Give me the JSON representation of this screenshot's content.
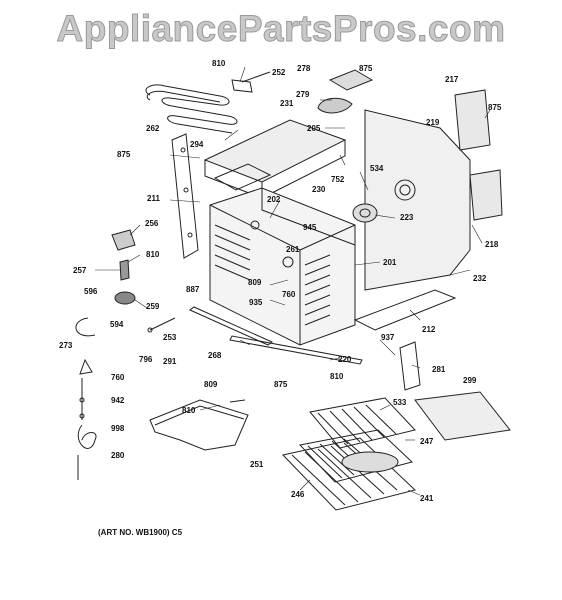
{
  "watermark": "AppliancePartsPros.com",
  "art_number": "(ART NO. WB1900) C5",
  "parts": {
    "p810a": "810",
    "p252": "252",
    "p278": "278",
    "p875a": "875",
    "p217": "217",
    "p875b": "875",
    "p279": "279",
    "p231": "231",
    "p205": "205",
    "p219": "219",
    "p262": "262",
    "p294": "294",
    "p875c": "875",
    "p752": "752",
    "p230": "230",
    "p534": "534",
    "p211": "211",
    "p202": "202",
    "p223": "223",
    "p218": "218",
    "p256": "256",
    "p945": "945",
    "p261": "261",
    "p810b": "810",
    "p201": "201",
    "p257": "257",
    "p809a": "809",
    "p760a": "760",
    "p887": "887",
    "p232": "232",
    "p596": "596",
    "p259": "259",
    "p935": "935",
    "p594": "594",
    "p253": "253",
    "p212": "212",
    "p273": "273",
    "p796": "796",
    "p291": "291",
    "p268": "268",
    "p937": "937",
    "p220": "220",
    "p760b": "760",
    "p809b": "809",
    "p281": "281",
    "p810c": "810",
    "p875d": "875",
    "p299": "299",
    "p942": "942",
    "p533": "533",
    "p810d": "810",
    "p998": "998",
    "p247": "247",
    "p280": "280",
    "p251": "251",
    "p246": "246",
    "p241": "241"
  }
}
